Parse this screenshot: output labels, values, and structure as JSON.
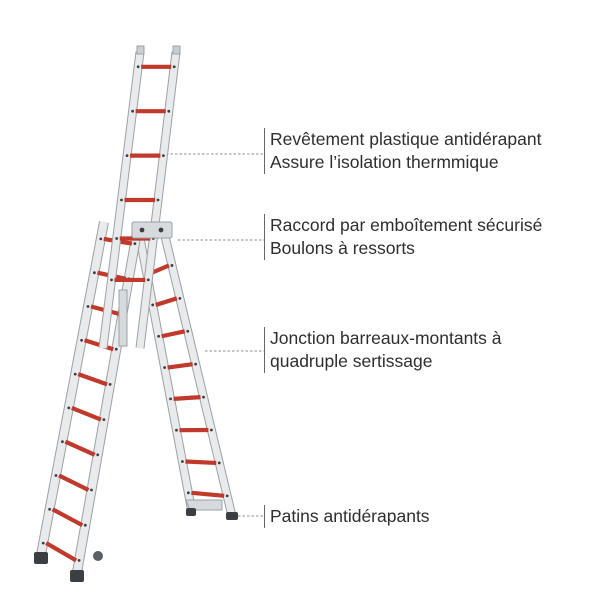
{
  "callouts": [
    {
      "lines": [
        "Revêtement plastique antidérapant",
        "Assure l’isolation thermmique"
      ]
    },
    {
      "lines": [
        "Raccord par emboîtement sécurisé",
        "Boulons à ressorts"
      ]
    },
    {
      "lines": [
        "Jonction barreaux-montants à",
        "quadruple sertissage"
      ]
    },
    {
      "lines": [
        "Patins antidérapants"
      ]
    }
  ],
  "colors": {
    "rung": "#c0392b",
    "rail": "#e8eaec",
    "rail_edge": "#9aa1a6",
    "hardware": "#3b3f43",
    "leader_line": "#8c8c8c"
  }
}
